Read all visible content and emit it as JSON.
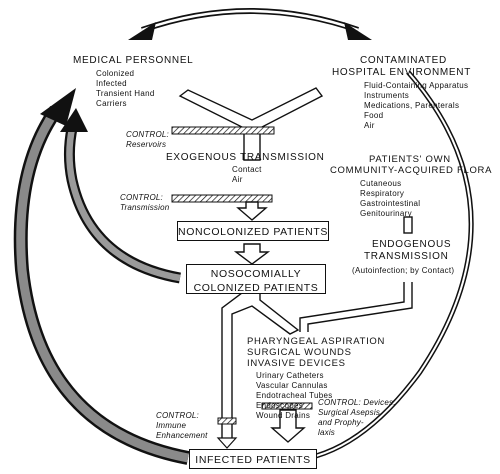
{
  "medical_personnel": {
    "title": "MEDICAL PERSONNEL",
    "items": [
      "Colonized",
      "Infected",
      "Transient Hand",
      "Carriers"
    ]
  },
  "hospital_environment": {
    "title_line1": "CONTAMINATED",
    "title_line2": "HOSPITAL ENVIRONMENT",
    "items": [
      "Fluid-Containing Apparatus",
      "Instruments",
      "Medications, Parenterals",
      "Food",
      "Air"
    ]
  },
  "control_reservoirs": {
    "line1": "CONTROL:",
    "line2": "Reservoirs"
  },
  "exogenous": {
    "title": "EXOGENOUS TRANSMISSION",
    "items": [
      "Contact",
      "Air"
    ]
  },
  "control_transmission": {
    "line1": "CONTROL:",
    "line2": "Transmission"
  },
  "patients_own": {
    "title_line1": "PATIENTS' OWN",
    "title_line2": "COMMUNITY-ACQUIRED FLORA",
    "items": [
      "Cutaneous",
      "Respiratory",
      "Gastrointestinal",
      "Genitourinary"
    ]
  },
  "noncolonized": {
    "label": "NONCOLONIZED PATIENTS"
  },
  "endogenous": {
    "title_line1": "ENDOGENOUS",
    "title_line2": "TRANSMISSION",
    "note": "(Autoinfection; by Contact)"
  },
  "nosocomial": {
    "line1": "NOSOCOMIALLY",
    "line2": "COLONIZED PATIENTS"
  },
  "factors": {
    "line1": "PHARYNGEAL ASPIRATION",
    "line2": "SURGICAL WOUNDS",
    "line3": "INVASIVE DEVICES",
    "items": [
      "Urinary Catheters",
      "Vascular Cannulas",
      "Endotracheal Tubes",
      "Endoscopes",
      "Wound Drains"
    ]
  },
  "control_immune": {
    "line1": "CONTROL:",
    "line2": "Immune",
    "line3": "Enhancement"
  },
  "control_devices": {
    "line1": "CONTROL: Devices,",
    "line2": "Surgical Asepsis",
    "line3": "and Prophy-",
    "line4": "laxis"
  },
  "infected": {
    "label": "INFECTED PATIENTS"
  }
}
